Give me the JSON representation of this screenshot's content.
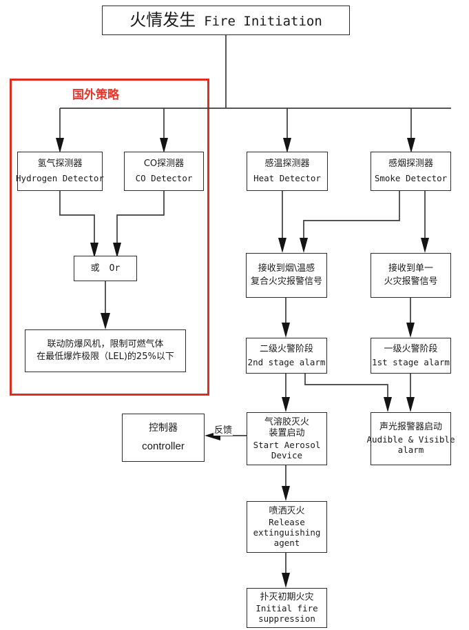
{
  "diagram": {
    "title_box": {
      "cn": "火情发生",
      "en": "Fire Initiation"
    },
    "group": {
      "label": "国外策略",
      "color": "#e8352a"
    },
    "nodes": {
      "hydrogen_detector": {
        "cn": "氢气探测器",
        "en": "Hydrogen Detector"
      },
      "co_detector": {
        "cn": "CO探测器",
        "en": "CO Detector"
      },
      "heat_detector": {
        "cn": "感温探测器",
        "en": "Heat Detector"
      },
      "smoke_detector": {
        "cn": "感烟探测器",
        "en": "Smoke Detector"
      },
      "or_gate": {
        "cn": "或",
        "en": "Or"
      },
      "explosion_proof_fan": {
        "line1": "联动防爆风机，限制可燃气体",
        "line2": "在最低爆炸极限（LEL)的25%以下"
      },
      "composite_signal": {
        "line1": "接收到烟\\温感",
        "line2": "复合火灾报警信号"
      },
      "single_signal": {
        "line1": "接收到单一",
        "line2": "火灾报警信号"
      },
      "second_stage_alarm": {
        "cn": "二级火警阶段",
        "en": "2nd stage alarm"
      },
      "first_stage_alarm": {
        "cn": "一级火警阶段",
        "en": "1st stage alarm"
      },
      "controller": {
        "cn": "控制器",
        "en": "controller"
      },
      "aerosol_device": {
        "cn1": "气溶胶灭火",
        "cn2": "装置启动",
        "en1": "Start Aerosol",
        "en2": "Device"
      },
      "audible_visible_alarm": {
        "cn": "声光报警器启动",
        "en1": "Audible & Visible",
        "en2": "alarm"
      },
      "release_agent": {
        "cn": "喷洒灭火",
        "en1": "Release",
        "en2": "extinguishing",
        "en3": "agent"
      },
      "initial_suppression": {
        "cn": "扑灭初期火灾",
        "en1": "Initial fire",
        "en2": "suppression"
      }
    },
    "edges": {
      "feedback_label": "反馈"
    }
  }
}
